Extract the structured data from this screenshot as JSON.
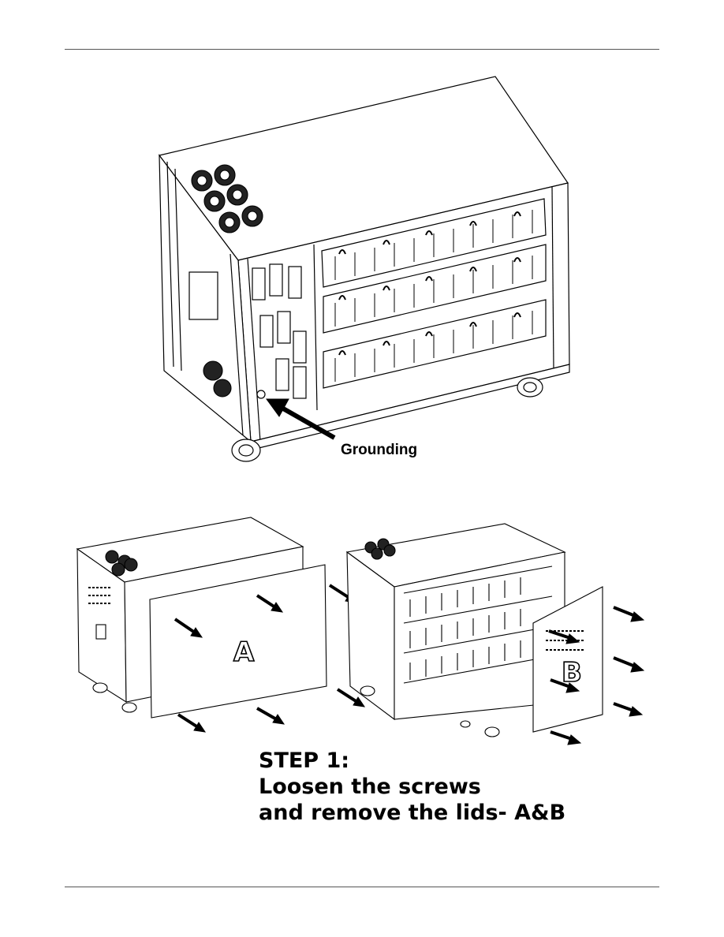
{
  "figure_top": {
    "callout": "Grounding"
  },
  "figure_bottom": {
    "lid_a_label": "A",
    "lid_b_label": "B"
  },
  "instruction": {
    "line1": "STEP 1:",
    "line2": "Loosen the screws",
    "line3": "and remove the lids- A&B"
  }
}
